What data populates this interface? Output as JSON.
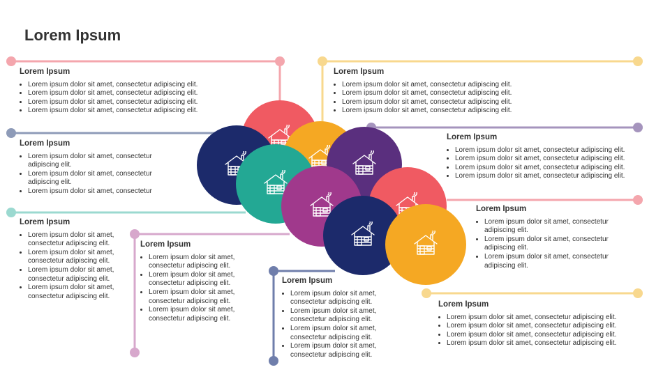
{
  "title": "Lorem Ipsum",
  "colors": {
    "pink": "#f4a6ad",
    "yellow": "#f8d88e",
    "slate": "#8e9bb8",
    "purple": "#a594bd",
    "teal": "#9bd9d0",
    "mauve": "#d7a8cc",
    "navy": "#6f7eab",
    "red": "#f05a62",
    "orange": "#f5a823",
    "navyCircle": "#1c2a6b",
    "tealCircle": "#23a894",
    "purpleCircle": "#5a2f7e",
    "magentaCircle": "#a0398c",
    "navyCircle2": "#1c2a6b"
  },
  "circle_icon": "cabin-icon",
  "blocks": [
    {
      "heading": "Lorem Ipsum",
      "items": [
        "Lorem ipsum dolor sit amet,  consectetur adipiscing elit.",
        "Lorem ipsum dolor sit amet,  consectetur adipiscing elit.",
        "Lorem ipsum dolor sit amet,  consectetur adipiscing elit.",
        "Lorem ipsum dolor sit amet,  consectetur adipiscing elit."
      ]
    },
    {
      "heading": "Lorem Ipsum",
      "items": [
        "Lorem ipsum dolor sit amet,  consectetur adipiscing elit.",
        "Lorem ipsum dolor sit amet,  consectetur adipiscing elit.",
        "Lorem ipsum dolor sit amet,  consectetur adipiscing elit.",
        "Lorem ipsum dolor sit amet,  consectetur adipiscing elit."
      ]
    },
    {
      "heading": "Lorem Ipsum",
      "items": [
        "Lorem ipsum dolor sit amet,  consectetur adipiscing elit.",
        "Lorem ipsum dolor sit amet,  consectetur adipiscing elit.",
        "Lorem ipsum dolor sit amet,  consectetur"
      ]
    },
    {
      "heading": "Lorem Ipsum",
      "items": [
        "Lorem ipsum dolor sit amet,  consectetur adipiscing elit.",
        "Lorem ipsum dolor sit amet,  consectetur adipiscing elit.",
        "Lorem ipsum dolor sit amet,  consectetur adipiscing elit.",
        "Lorem ipsum dolor sit amet,  consectetur adipiscing elit."
      ]
    },
    {
      "heading": "Lorem Ipsum",
      "items": [
        "Lorem ipsum dolor sit amet,  consectetur adipiscing elit.",
        "Lorem ipsum dolor sit amet,  consectetur adipiscing elit.",
        "Lorem ipsum dolor sit amet,  consectetur adipiscing elit.",
        "Lorem ipsum dolor sit amet,  consectetur adipiscing elit."
      ]
    },
    {
      "heading": "Lorem Ipsum",
      "items": [
        "Lorem ipsum dolor sit amet,  consectetur adipiscing elit.",
        "Lorem ipsum dolor sit amet,  consectetur adipiscing elit.",
        "Lorem ipsum dolor sit amet,  consectetur adipiscing elit."
      ]
    },
    {
      "heading": "Lorem Ipsum",
      "items": [
        "Lorem ipsum dolor sit amet,  consectetur adipiscing elit.",
        "Lorem ipsum dolor sit amet,  consectetur adipiscing elit.",
        "Lorem ipsum dolor sit amet,  consectetur adipiscing elit.",
        "Lorem ipsum dolor sit amet,  consectetur adipiscing elit."
      ]
    },
    {
      "heading": "Lorem Ipsum",
      "items": [
        "Lorem ipsum dolor sit amet,  consectetur adipiscing elit.",
        "Lorem ipsum dolor sit amet,  consectetur adipiscing elit.",
        "Lorem ipsum dolor sit amet,  consectetur adipiscing elit.",
        "Lorem ipsum dolor sit amet,  consectetur adipiscing elit."
      ]
    },
    {
      "heading": "Lorem Ipsum",
      "items": [
        "Lorem ipsum dolor sit amet,  consectetur adipiscing elit.",
        "Lorem ipsum dolor sit amet,  consectetur adipiscing elit.",
        "Lorem ipsum dolor sit amet,  consectetur adipiscing elit.",
        "Lorem ipsum dolor sit amet,  consectetur adipiscing elit."
      ]
    }
  ]
}
